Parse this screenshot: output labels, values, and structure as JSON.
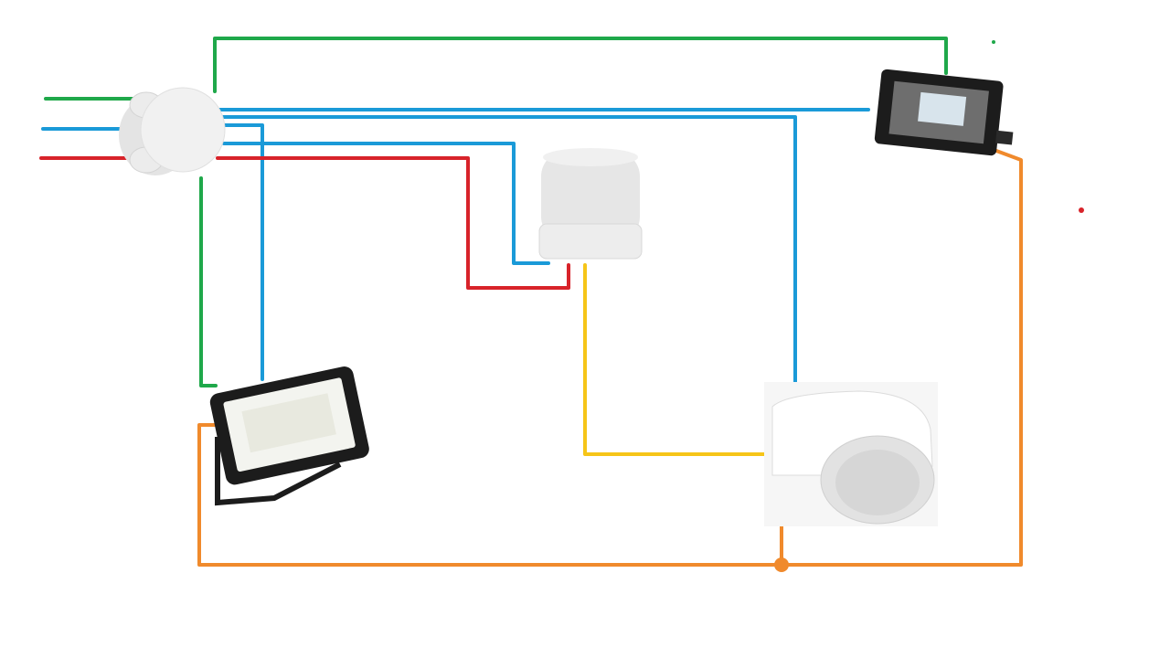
{
  "diagram": {
    "type": "wiring-diagram",
    "components": [
      {
        "id": "junction-box",
        "icon": "junction-box-icon"
      },
      {
        "id": "photocell-sensor",
        "icon": "photocell-icon"
      },
      {
        "id": "floodlight-small",
        "icon": "floodlight-icon"
      },
      {
        "id": "floodlight-large",
        "icon": "floodlight-icon"
      },
      {
        "id": "motion-sensor",
        "icon": "motion-sensor-icon"
      }
    ],
    "wire_colors": {
      "earth": "#1fa84a",
      "neutral": "#1a9ad8",
      "live": "#d8232a",
      "switched_photocell": "#f6c518",
      "switched_load": "#f08a2c"
    }
  }
}
